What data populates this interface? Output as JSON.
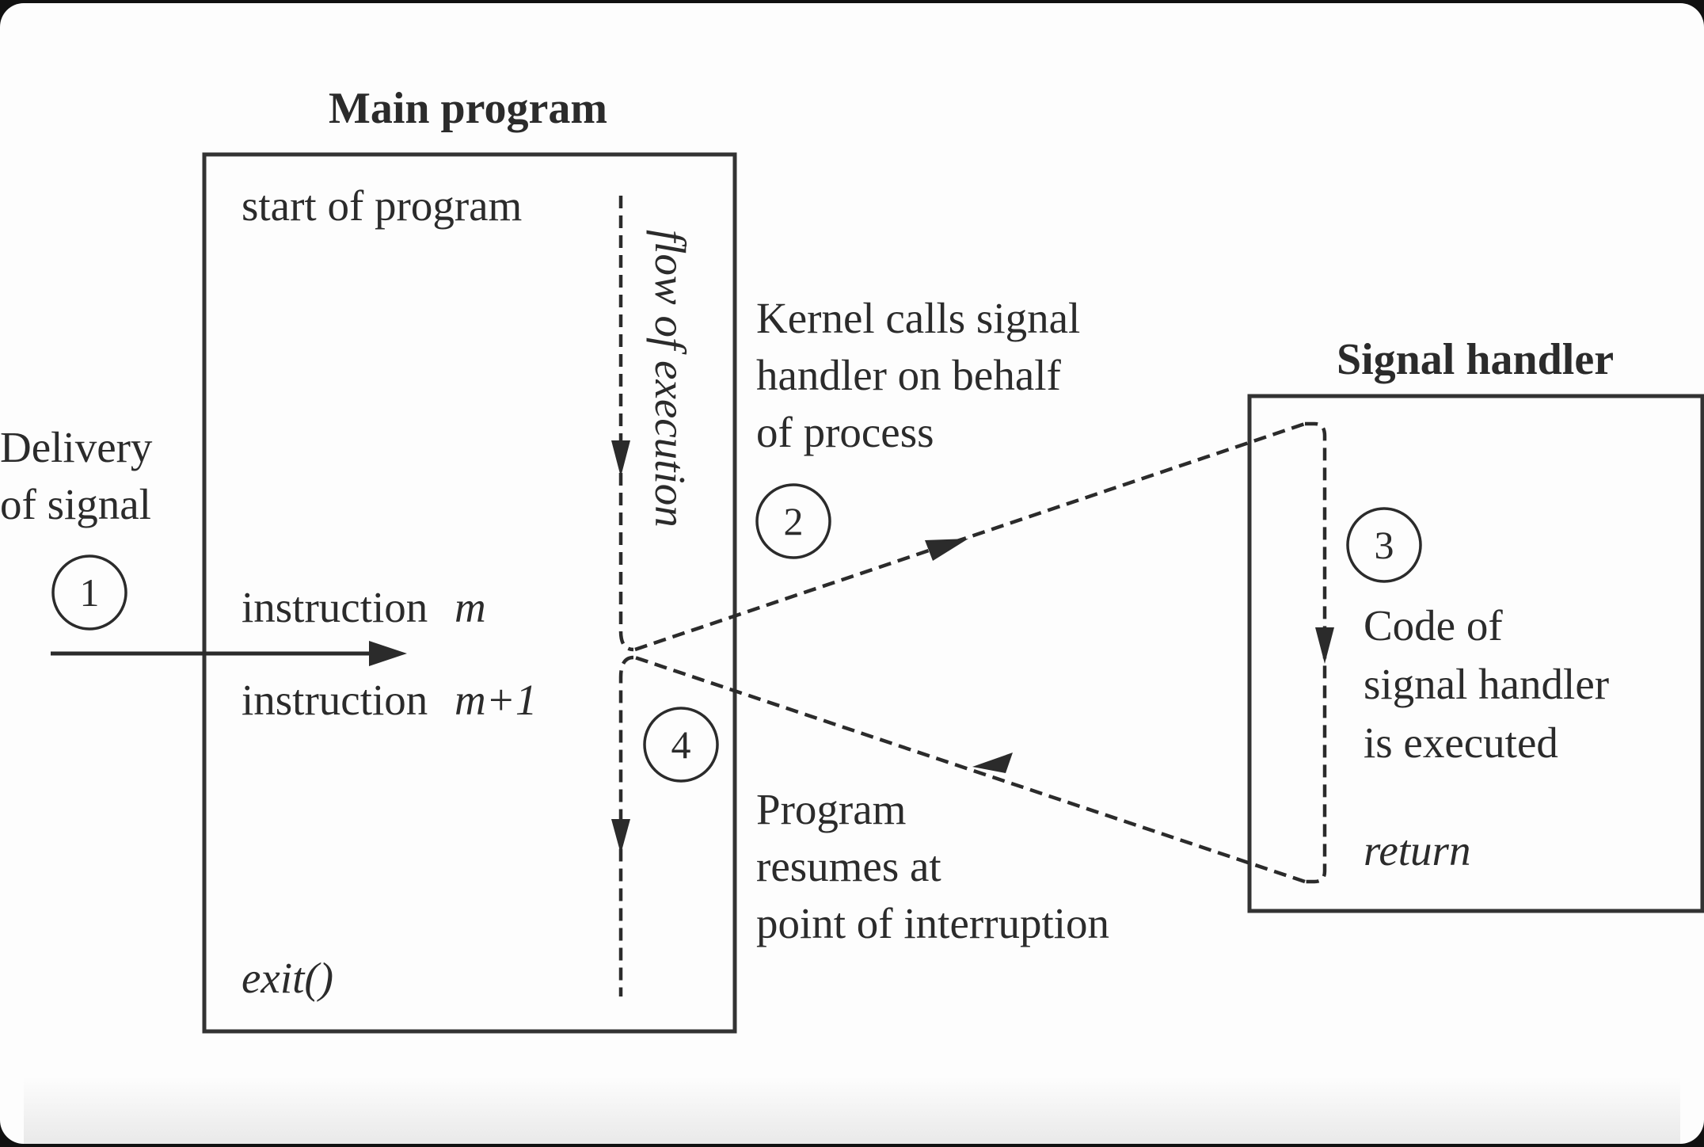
{
  "colors": {
    "paper": "#fdfdfd",
    "ink": "#2b2b2b",
    "frame": "#111111"
  },
  "main_program": {
    "title": "Main program",
    "start": "start of program",
    "flow": "flow of execution",
    "instr_m": "instruction",
    "instr_m_var": "m",
    "instr_m1": "instruction",
    "instr_m1_var": "m+1",
    "exit": "exit()"
  },
  "delivery": {
    "line1": "Delivery",
    "line2": "of signal",
    "step": "1"
  },
  "kernel_call": {
    "line1": "Kernel calls signal",
    "line2": "handler on behalf",
    "line3": "of process",
    "step": "2"
  },
  "signal_handler": {
    "title": "Signal handler",
    "step": "3",
    "line1": "Code of",
    "line2": "signal handler",
    "line3": "is executed",
    "return": "return"
  },
  "resume": {
    "step": "4",
    "line1": "Program",
    "line2": "resumes at",
    "line3": "point of interruption"
  }
}
